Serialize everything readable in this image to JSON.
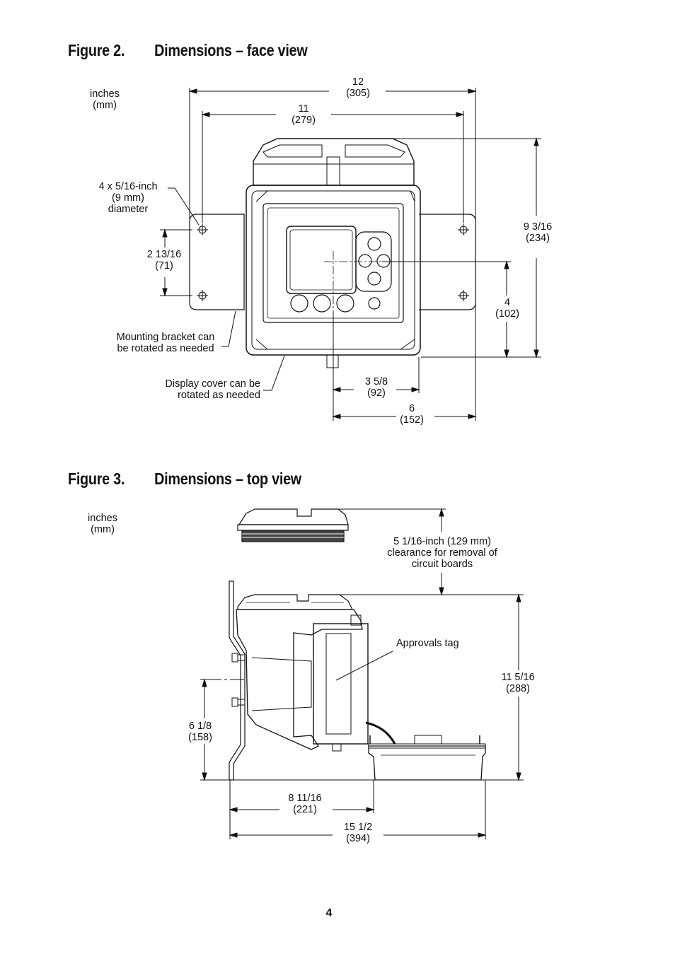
{
  "figure2": {
    "number": "Figure 2.",
    "title": "Dimensions – face view",
    "units": [
      "inches",
      "(mm)"
    ],
    "dim_overall_width": [
      "12",
      "(305)"
    ],
    "dim_hole_spacing": [
      "11",
      "(279)"
    ],
    "hole_note": [
      "4 x 5/16-inch",
      "(9 mm)",
      "diameter"
    ],
    "dim_hole_vertical": [
      "2 13/16",
      "(71)"
    ],
    "dim_height": [
      "9 3/16",
      "(234)"
    ],
    "dim_center_height": [
      "4",
      "(102)"
    ],
    "bracket_note": [
      "Mounting bracket can",
      "be rotated as needed"
    ],
    "cover_note": [
      "Display cover can be",
      "rotated as needed"
    ],
    "dim_center_offset": [
      "3 5/8",
      "(92)"
    ],
    "dim_half_width": [
      "6",
      "(152)"
    ]
  },
  "figure3": {
    "number": "Figure 3.",
    "title": "Dimensions – top view",
    "units": [
      "inches",
      "(mm)"
    ],
    "clearance_note": [
      "5 1/16-inch (129 mm)",
      "clearance for removal of",
      "circuit boards"
    ],
    "approvals_tag": "Approvals tag",
    "dim_height": [
      "11 5/16",
      "(288)"
    ],
    "dim_bracket_height": [
      "6 1/8",
      "(158)"
    ],
    "dim_depth": [
      "8 11/16",
      "(221)"
    ],
    "dim_overall": [
      "15 1/2",
      "(394)"
    ]
  },
  "page_number": "4"
}
